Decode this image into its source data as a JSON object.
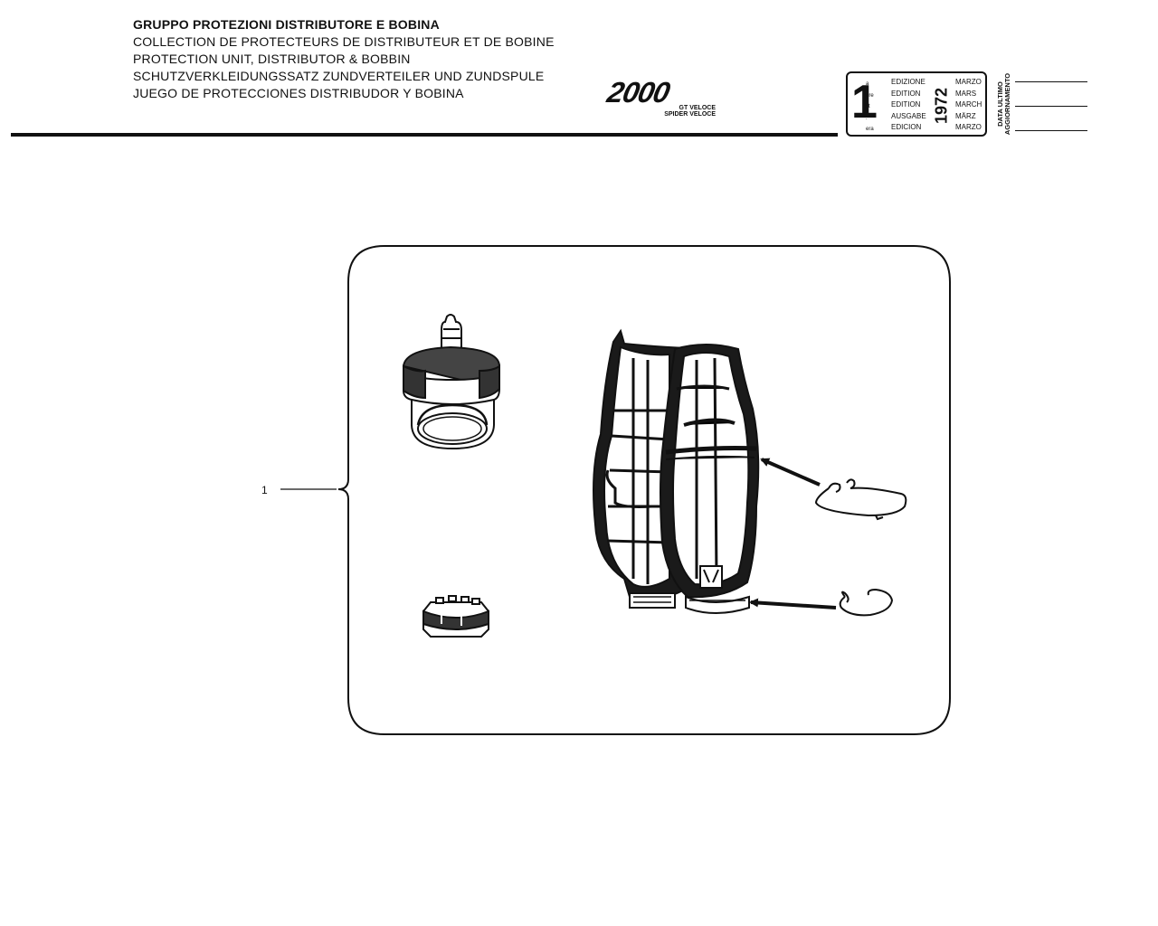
{
  "titles": [
    "GRUPPO PROTEZIONI DISTRIBUTORE E BOBINA",
    "COLLECTION DE PROTECTEURS DE DISTRIBUTEUR ET DE BOBINE",
    "PROTECTION UNIT, DISTRIBUTOR & BOBBIN",
    "SCHUTZVERKLEIDUNGSSATZ ZUNDVERTEILER UND ZUNDSPULE",
    "JUEGO DE PROTECCIONES DISTRIBUDOR Y BOBINA"
  ],
  "logo": {
    "mark": "2000",
    "line1": "GT VELOCE",
    "line2": "SPIDER VELOCE"
  },
  "edition": {
    "number": "1",
    "suffixes": [
      "a",
      "ere",
      "st",
      ".",
      "era"
    ],
    "labels": [
      "EDIZIONE",
      "EDITION",
      "EDITION",
      "AUSGABE",
      "EDICION"
    ],
    "year": "1972",
    "months": [
      "MARZO",
      "MARS",
      "MARCH",
      "MÄRZ",
      "MARZO"
    ]
  },
  "update": {
    "line1": "DATA ULTIMO",
    "line2": "AGGIORNAMENTO"
  },
  "callout": "1"
}
